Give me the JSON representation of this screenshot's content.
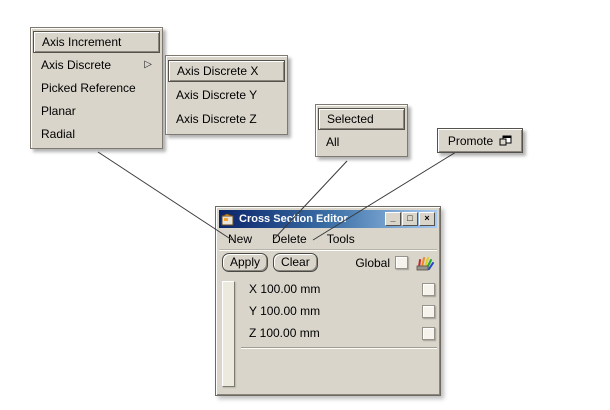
{
  "menus": {
    "creation": {
      "submenu_arrow": "▷",
      "items": [
        {
          "label": "Axis Increment"
        },
        {
          "label": "Axis Discrete"
        },
        {
          "label": "Picked Reference"
        },
        {
          "label": "Planar"
        },
        {
          "label": "Radial"
        }
      ]
    },
    "axis_discrete": {
      "items": [
        {
          "label": "Axis Discrete X"
        },
        {
          "label": "Axis Discrete Y"
        },
        {
          "label": "Axis Discrete Z"
        }
      ]
    },
    "delete": {
      "items": [
        {
          "label": "Selected"
        },
        {
          "label": "All"
        }
      ]
    },
    "tools": {
      "promote_label": "Promote"
    }
  },
  "window": {
    "title": "Cross Section Editor",
    "controls": {
      "minimize": "_",
      "maximize": "□",
      "close": "×"
    },
    "menubar": [
      {
        "label": "New"
      },
      {
        "label": "Delete"
      },
      {
        "label": "Tools"
      }
    ],
    "toolbar": {
      "apply": "Apply",
      "clear": "Clear",
      "global_label": "Global"
    },
    "sections": [
      {
        "label": "X 100.00 mm"
      },
      {
        "label": "Y 100.00 mm"
      },
      {
        "label": "Z 100.00 mm"
      }
    ]
  },
  "colors": {
    "titlebar_left": "#0a246a",
    "titlebar_mid": "#3a6ea5",
    "titlebar_right": "#a6caf0",
    "panel_bg": "#d9d5cb"
  }
}
